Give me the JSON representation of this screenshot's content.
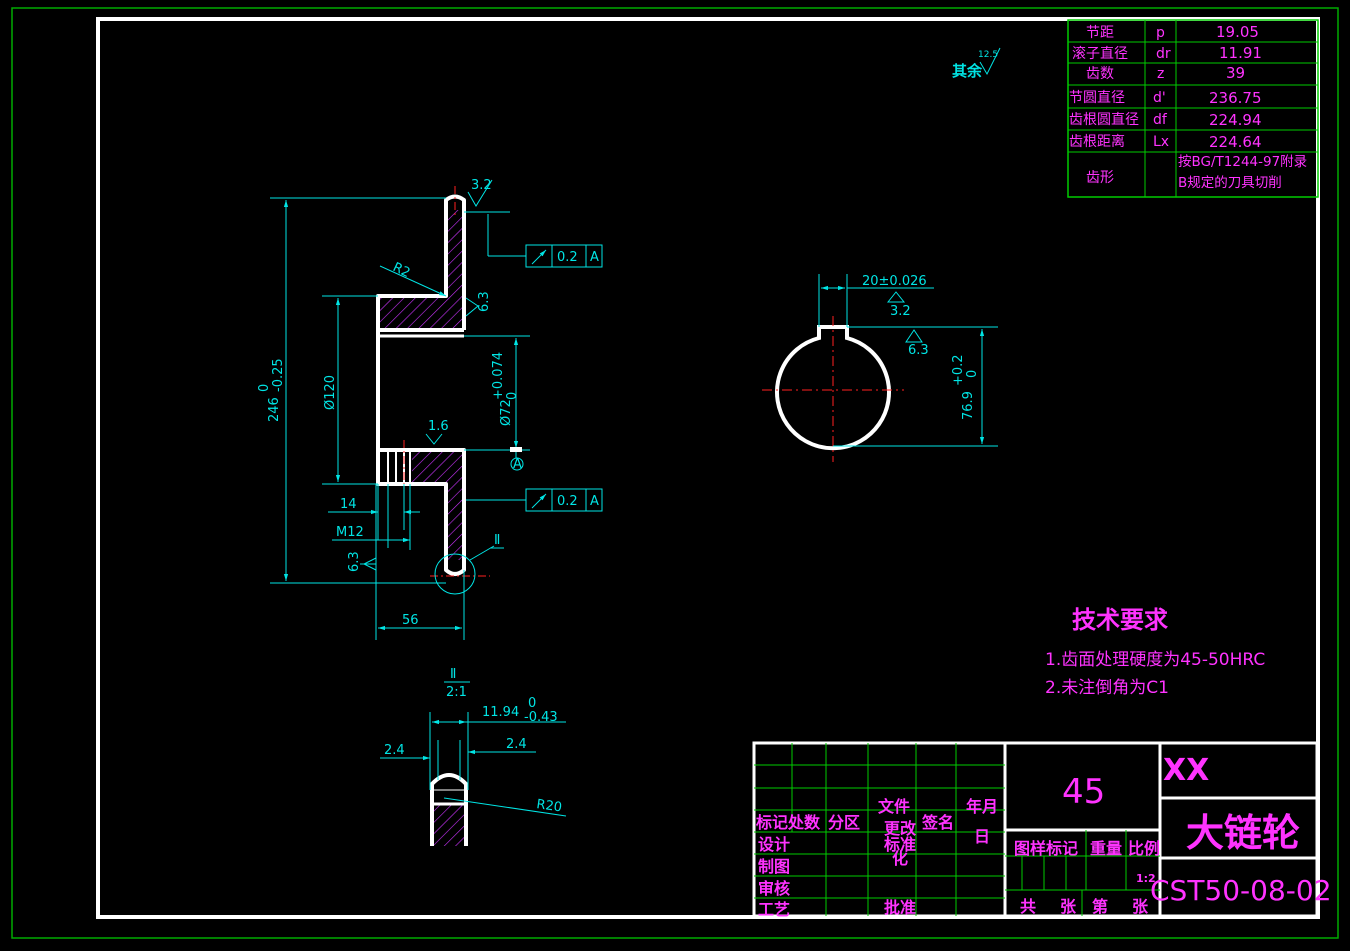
{
  "params": [
    {
      "name": "节距",
      "symbol": "p",
      "value": "19.05"
    },
    {
      "name": "滚子直径",
      "symbol": "dr",
      "value": "11.91"
    },
    {
      "name": "齿数",
      "symbol": "z",
      "value": "39"
    },
    {
      "name": "节圆直径",
      "symbol": "d'",
      "value": "236.75"
    },
    {
      "name": "齿根圆直径",
      "symbol": "df",
      "value": "224.94"
    },
    {
      "name": "齿根距离",
      "symbol": "Lx",
      "value": "224.64"
    }
  ],
  "tooth_form": {
    "name": "齿形",
    "line1": "按BG/T1244-97附录",
    "line2": "B规定的刀具切削"
  },
  "roughness_default": {
    "label": "其余",
    "value": "12.5"
  },
  "main_view": {
    "dim_246": "246",
    "dim_246_tol_up": "0",
    "dim_246_tol_dn": "-0.25",
    "dim_120": "Ø120",
    "dim_72": "Ø72",
    "dim_72_tol_up": "+0.074",
    "dim_72_tol_dn": "0",
    "dim_14": "14",
    "dim_m12": "M12",
    "dim_56": "56",
    "r2": "R2",
    "rough_32": "3.2",
    "rough_63a": "6.3",
    "rough_16": "1.6",
    "rough_63b": "6.3",
    "runout_value": "0.2",
    "datum": "A",
    "detail_ref": "Ⅱ"
  },
  "keyway_view": {
    "dim_width": "20±0.026",
    "rough_32": "3.2",
    "rough_63": "6.3",
    "dim_depth": "76.9",
    "dim_depth_tol_up": "+0.2",
    "dim_depth_tol_dn": "0"
  },
  "detail_view": {
    "label": "Ⅱ",
    "scale": "2:1",
    "dim_1194": "11.94",
    "dim_1194_tol_up": "0",
    "dim_1194_tol_dn": "-0.43",
    "dim_24a": "2.4",
    "dim_24b": "2.4",
    "r20": "R20"
  },
  "tech_req": {
    "title": "技术要求",
    "item1": "1.齿面处理硬度为45-50HRC",
    "item2": "2.未注倒角为C1"
  },
  "title_block": {
    "material": "45",
    "company": "XX",
    "part_name": "大链轮",
    "drawing_no": "CST50-08-02",
    "h_biaoji": "标记",
    "h_chushu": "处数",
    "h_fenqu": "分区",
    "h_wenjian": "文件",
    "h_gengai": "更改",
    "h_qianming": "签名",
    "h_nianyueri": "年月",
    "h_ri": "日",
    "h_sheji": "设计",
    "h_biaozhunhua": "标准",
    "h_hua": "化",
    "h_zhitu": "制图",
    "h_shenhe": "审核",
    "h_gongyi": "工艺",
    "h_pizhun": "批准",
    "h_tuyang": "图样标记",
    "h_zhongliang": "重量",
    "h_bili": "比例",
    "scale_val": "1:2",
    "h_gong": "共",
    "h_zhang1": "张",
    "h_di": "第",
    "h_zhang2": "张"
  },
  "colors": {
    "frame": "#ffffff",
    "table": "#00cc00",
    "dimension": "#00e5e5",
    "hatch": "#cc33ff",
    "text": "#ff33ff",
    "center": "#ff2020"
  }
}
